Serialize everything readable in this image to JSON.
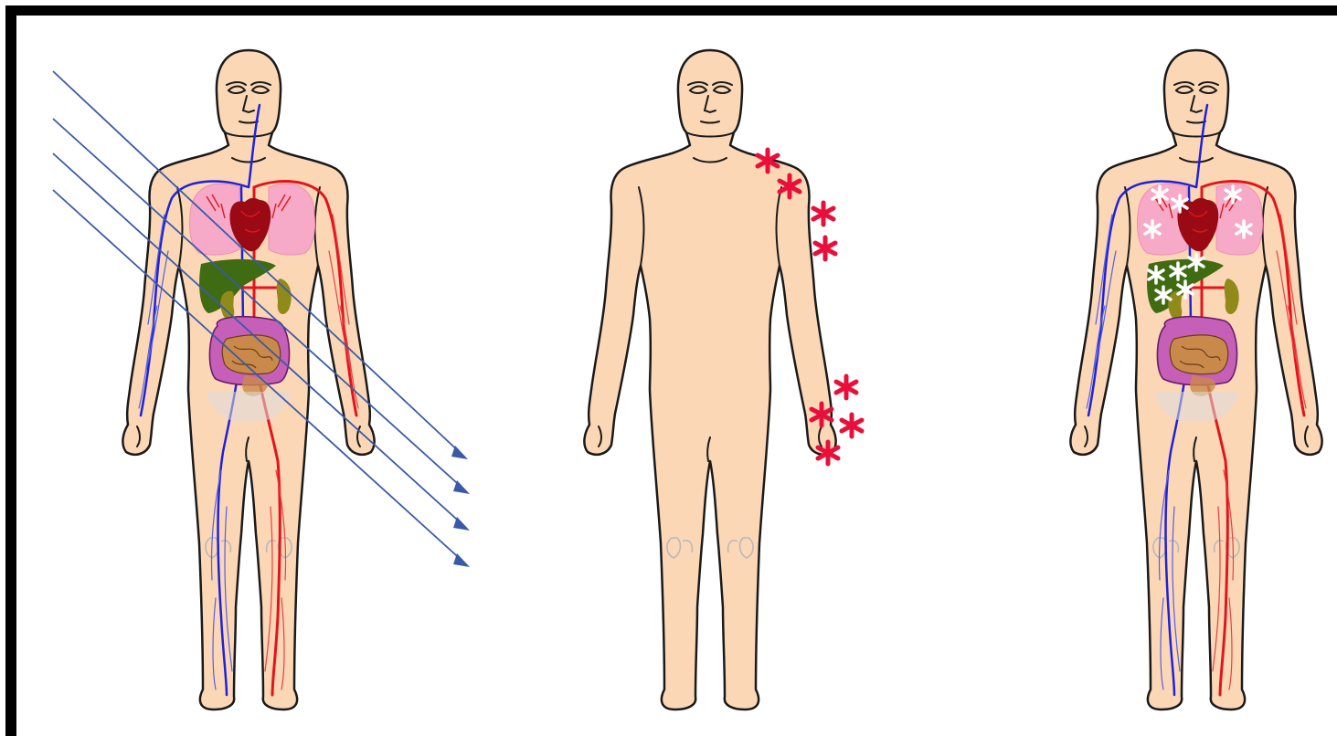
{
  "figure": {
    "panels": [
      {
        "name": "irradiated-body",
        "elements": [
          "radiation-rays",
          "veins",
          "arteries",
          "lungs",
          "heart",
          "liver",
          "kidneys",
          "intestines"
        ]
      },
      {
        "name": "skin-surface-body",
        "elements": [
          "red-asterisk-markers"
        ],
        "marker_count": 8
      },
      {
        "name": "affected-organs-body",
        "elements": [
          "veins",
          "arteries",
          "lungs",
          "heart",
          "liver",
          "kidneys",
          "intestines",
          "white-star-markers"
        ]
      }
    ],
    "colors": {
      "skin": "#fcd7b6",
      "vein": "#1e22d8",
      "artery": "#e3141c",
      "lung": "#f6aac7",
      "heart": "#9a0a14",
      "liver": "#3f6b12",
      "kidney": "#8f8a1a",
      "intestine_outer": "#c55fb8",
      "intestine_inner": "#c9894a",
      "ray": "#3a5aa8",
      "marker": "#e8103a"
    }
  }
}
